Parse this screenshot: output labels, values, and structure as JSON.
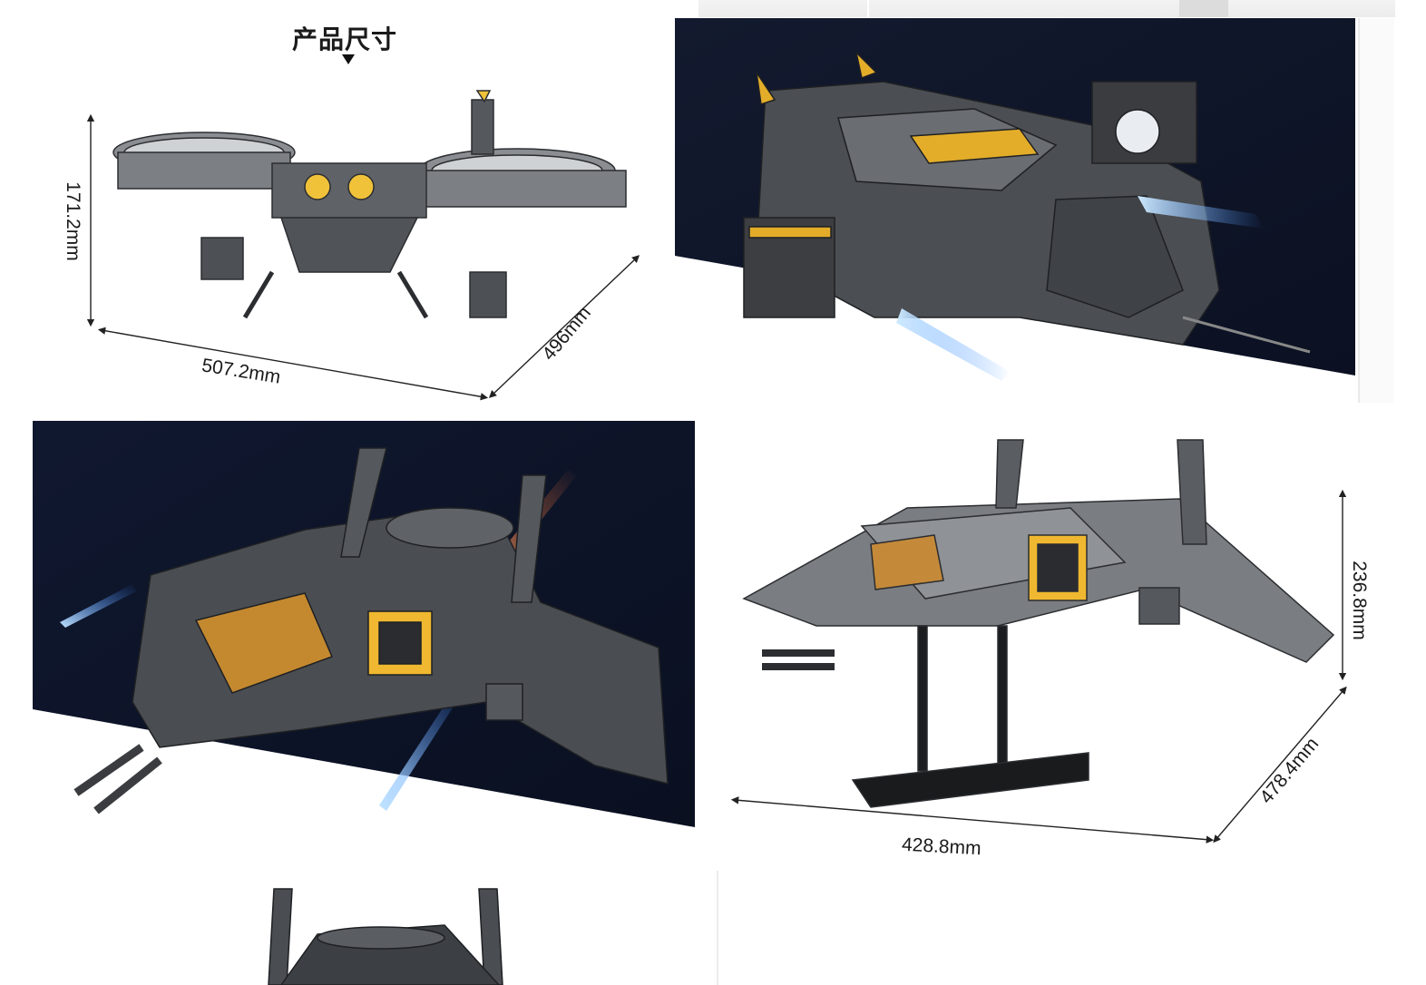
{
  "header": {
    "title": "产品尺寸"
  },
  "figure1": {
    "height_label": "171.2mm",
    "width_label": "507.2mm",
    "depth_label": "496mm"
  },
  "figure2": {
    "height_label": "236.8mm",
    "width_label": "428.8mm",
    "depth_label": "478.4mm"
  },
  "colors": {
    "panel_bg": "#0f1628",
    "panel_bg_alt": "#131a2f",
    "model_gray": "#5c5f63",
    "model_dark": "#3a3c40",
    "accent_yellow": "#f0b830",
    "thruster_blue": "#5fb4ff",
    "thruster_orange": "#ff8a3a"
  },
  "icons": {
    "title_marker": "triangle-down-icon"
  }
}
